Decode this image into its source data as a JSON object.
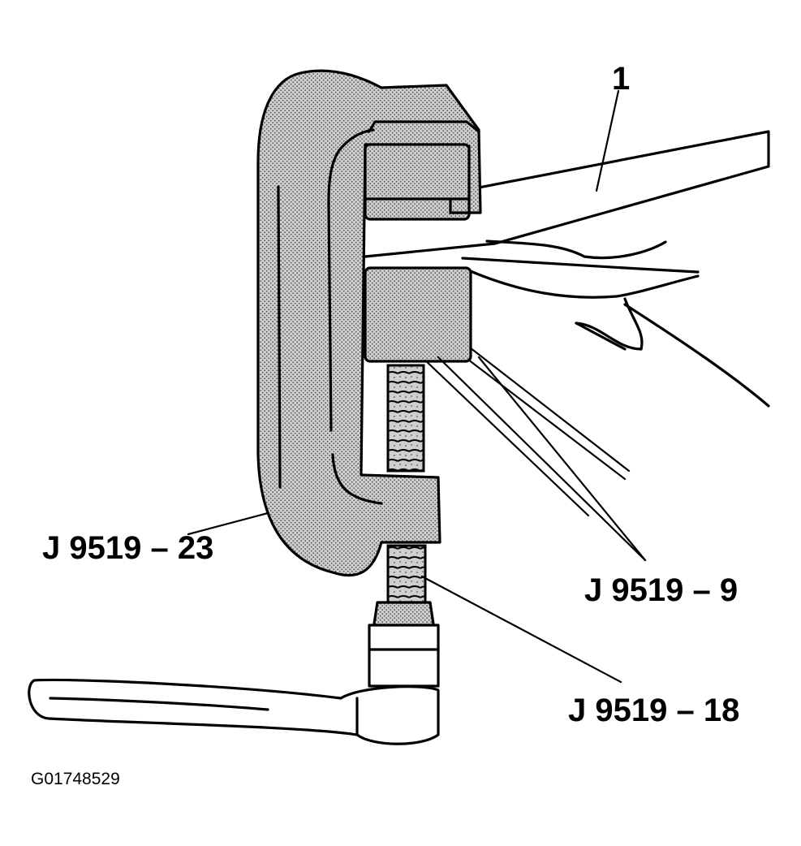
{
  "labels": {
    "part_1": "1",
    "frame": "J 9519 – 23",
    "receiver": "J 9519 – 9",
    "forcing_screw": "J 9519 – 18",
    "figure_id": "G01748529"
  },
  "colors": {
    "ink": "#000000",
    "paper": "#ffffff",
    "shade_dot": "#555555"
  }
}
